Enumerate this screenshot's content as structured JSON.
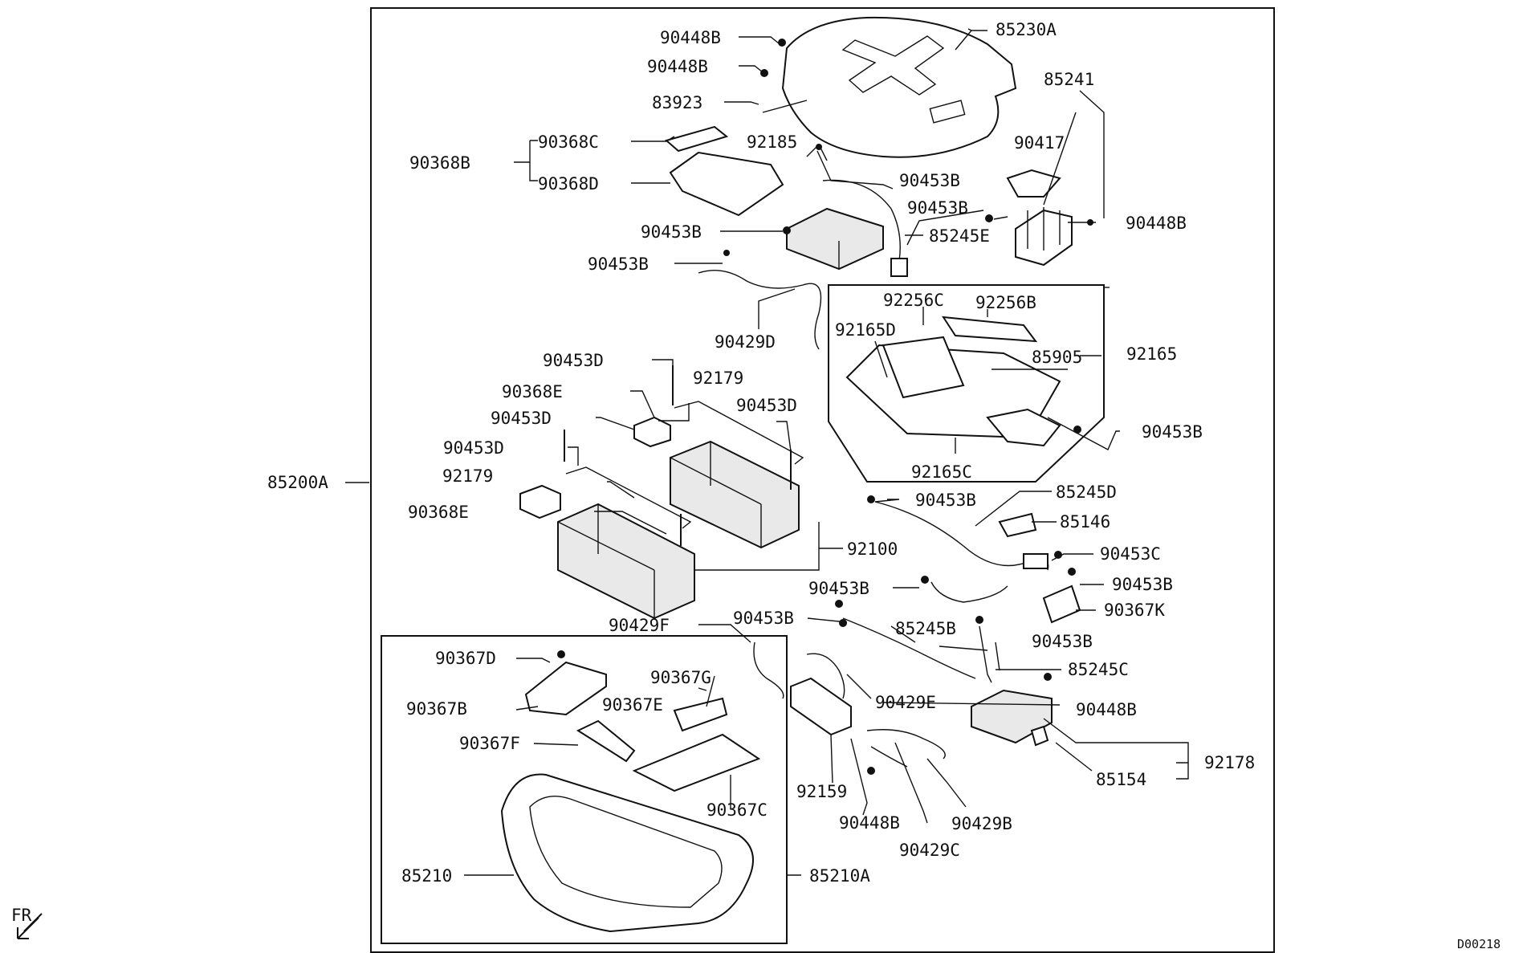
{
  "diagram_code": "D00218",
  "orientation_label": "FR",
  "parts": {
    "p85230A": "85230A",
    "p90448B_a": "90448B",
    "p90448B_b": "90448B",
    "p83923": "83923",
    "p90368B": "90368B",
    "p90368C": "90368C",
    "p90368D": "90368D",
    "p92185": "92185",
    "p90453B_a": "90453B",
    "p85241": "85241",
    "p90417": "90417",
    "p90453B_b": "90453B",
    "p90448B_c": "90448B",
    "p90453B_c": "90453B",
    "p85245E": "85245E",
    "p90453B_d": "90453B",
    "p90429D": "90429D",
    "p92256C": "92256C",
    "p92256B": "92256B",
    "p92165D": "92165D",
    "p85905": "85905",
    "p92165": "92165",
    "p90453B_e": "90453B",
    "p92165C": "92165C",
    "p90453D_a": "90453D",
    "p92179_a": "92179",
    "p90368E_a": "90368E",
    "p90453D_b": "90453D",
    "p90453D_c": "90453D",
    "p90453D_d": "90453D",
    "p92179_b": "92179",
    "p90368E_b": "90368E",
    "p85200A": "85200A",
    "p92100": "92100",
    "p90453B_f": "90453B",
    "p85245D": "85245D",
    "p85146": "85146",
    "p90453C": "90453C",
    "p90453B_g": "90453B",
    "p90453B_h": "90453B",
    "p90367K": "90367K",
    "p90453B_i": "90453B",
    "p90429F": "90429F",
    "p85245B": "85245B",
    "p90453B_j": "90453B",
    "p85245C": "85245C",
    "p90367D": "90367D",
    "p90367G": "90367G",
    "p90367B": "90367B",
    "p90367E": "90367E",
    "p90429E": "90429E",
    "p90448B_d": "90448B",
    "p90367F": "90367F",
    "p92178": "92178",
    "p90367C": "90367C",
    "p92159": "92159",
    "p90429B": "90429B",
    "p85154": "85154",
    "p90448B_e": "90448B",
    "p90429C": "90429C",
    "p85210": "85210",
    "p85210A": "85210A"
  }
}
